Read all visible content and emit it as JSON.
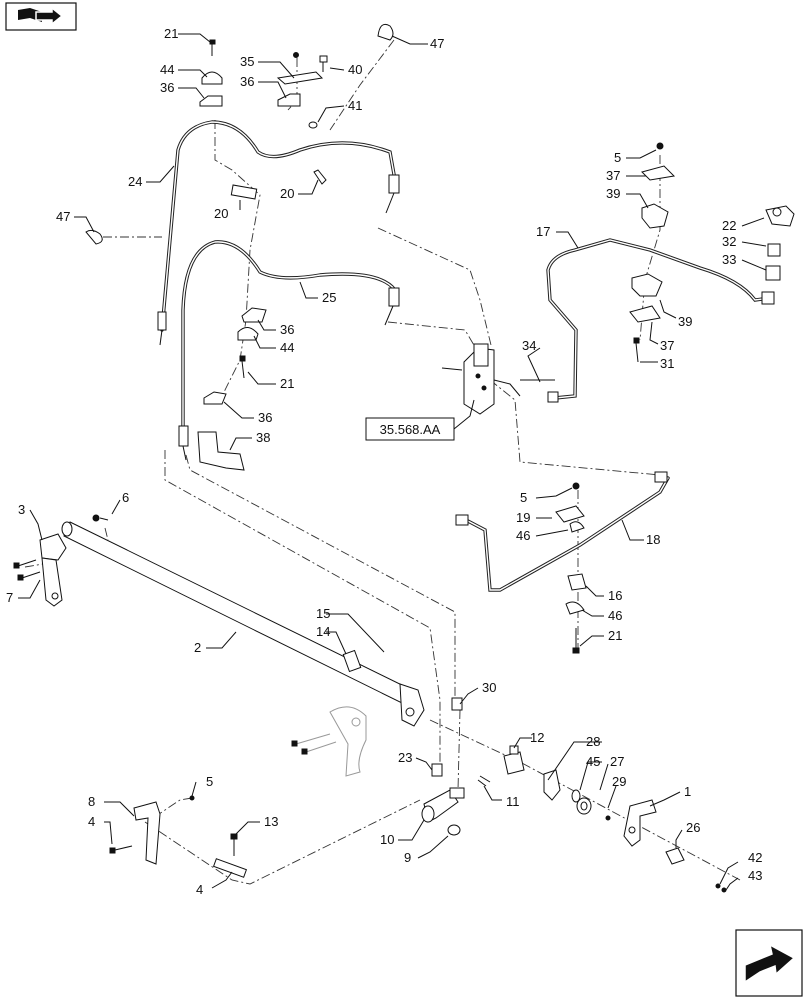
{
  "callouts": {
    "c21a": "21",
    "c44a": "44",
    "c36a": "36",
    "c35": "35",
    "c36b": "36",
    "c40": "40",
    "c41": "41",
    "c47a": "47",
    "c24": "24",
    "c20a": "20",
    "c20b": "20",
    "c47b": "47",
    "c5a": "5",
    "c37a": "37",
    "c39a": "39",
    "c22": "22",
    "c32": "32",
    "c33": "33",
    "c17": "17",
    "c39b": "39",
    "c37b": "37",
    "c31": "31",
    "c25": "25",
    "c36c": "36",
    "c44b": "44",
    "c21b": "21",
    "c34": "34",
    "c36d": "36",
    "c38": "38",
    "c5b": "5",
    "c19": "19",
    "c46a": "46",
    "c18": "18",
    "c16": "16",
    "c46b": "46",
    "c21c": "21",
    "c3": "3",
    "c6": "6",
    "c7": "7",
    "c2": "2",
    "c15": "15",
    "c14": "14",
    "c30": "30",
    "c12": "12",
    "c28": "28",
    "c45": "45",
    "c27": "27",
    "c29": "29",
    "c1": "1",
    "c23": "23",
    "c11": "11",
    "c10": "10",
    "c9": "9",
    "c26": "26",
    "c5c": "5",
    "c8": "8",
    "c4a": "4",
    "c13": "13",
    "c4b": "4",
    "c42": "42",
    "c43": "43"
  },
  "reference_box": "35.568.AA",
  "nav": {
    "top_left_icon": "book-arrow-icon",
    "bottom_right_icon": "next-page-arrow-icon"
  }
}
